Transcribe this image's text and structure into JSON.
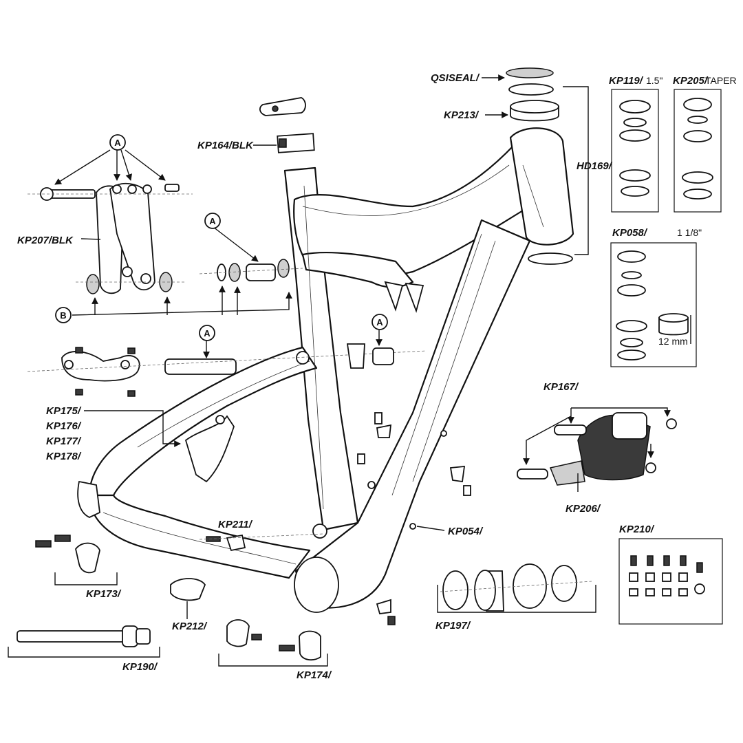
{
  "callout_letters": {
    "a": "A",
    "b": "B"
  },
  "labels": {
    "qsiseal": "QSISEAL/",
    "kp213": "KP213/",
    "kp164": "KP164/BLK",
    "kp119": "KP119/",
    "kp119_size": "1.5\"",
    "kp205": "KP205/",
    "kp205_size": "TAPER",
    "hd169": "HD169/",
    "kp207": "KP207/BLK",
    "kp058": "KP058/",
    "kp058_size": "1 1/8\"",
    "dimension": "12 mm",
    "kp167": "KP167/",
    "kp206": "KP206/",
    "kp175": "KP175/",
    "kp176": "KP176/",
    "kp177": "KP177/",
    "kp178": "KP178/",
    "kp054": "KP054/",
    "kp210": "KP210/",
    "kp211": "KP211/",
    "kp173": "KP173/",
    "kp197": "KP197/",
    "kp212": "KP212/",
    "kp190": "KP190/",
    "kp174": "KP174/"
  },
  "colors": {
    "line": "#111111",
    "fill": "#ffffff",
    "shock": "#3a3a3a"
  }
}
